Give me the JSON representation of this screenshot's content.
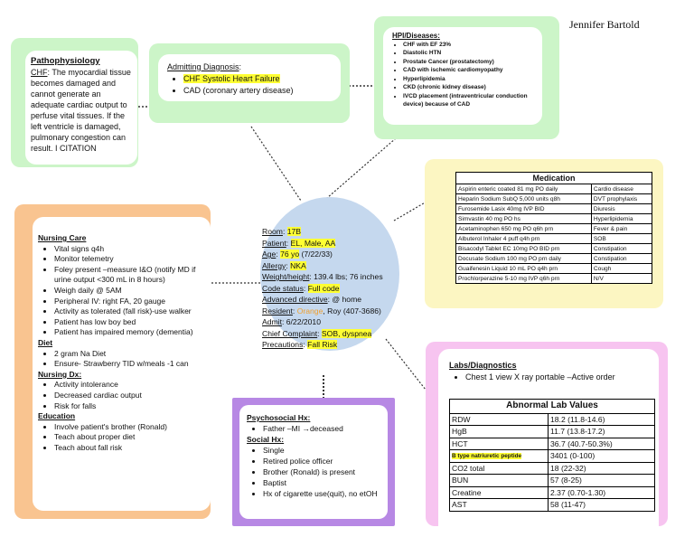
{
  "author": "Jennifer Bartold",
  "pathophysiology": {
    "title": "Pathophysiology",
    "abbr": "CHF",
    "text": ":  The myocardial tissue becomes damaged and cannot generate an adequate cardiac output to perfuse vital tissues.  If the left ventricle is damaged, pulmonary congestion can result.  I CITATION"
  },
  "admitting": {
    "title": "Admitting Diagnosis",
    "items": [
      "CHF Systolic Heart Failure",
      "CAD (coronary artery disease)"
    ]
  },
  "hpi": {
    "title": "HPI/Diseases:",
    "items": [
      "CHF with EF 23%",
      "Diastolic HTN",
      "Prostate Cancer (prostatectomy)",
      "CAD with ischemic cardiomyopathy",
      "Hyperlipidemia",
      "CKD (chronic kidney disease)",
      "IVCD placement (intraventricular conduction device) because of CAD"
    ]
  },
  "patient": {
    "room_label": "Room",
    "room": "17B",
    "patient_label": "Patient",
    "patient": "EL, Male, AA",
    "age_label": "Age",
    "age": "76 yo",
    "age_dob": " (7/22/33)",
    "allergy_label": "Allergy",
    "allergy": "NKA",
    "weight_label": "Weight/height",
    "weight": ":  139.4 lbs; 76 inches",
    "code_label": "Code status",
    "code": "Full code",
    "directive_label": "Advanced directive",
    "directive": ":  @ home",
    "resident_label": "Resident",
    "resident": "Orange",
    "resident_rest": ", Roy (407-3686)",
    "admit_label": "Admit",
    "admit": ":  6/22/2010",
    "complaint_label": "Chief Complaint",
    "complaint": "SOB, dyspnea",
    "precautions_label": "Precautions",
    "precautions": "Fall Risk"
  },
  "medication": {
    "title": "Medication",
    "rows": [
      [
        "Aspirin enteric coated 81 mg PO daily",
        "Cardio disease"
      ],
      [
        "Heparin Sodium SubQ 5,000 units q8h",
        "DVT prophylaxis"
      ],
      [
        "Furosemide Lasix 40mg IVP BID",
        "Diuresis"
      ],
      [
        "Simvastin 40 mg PO hs",
        "Hyperlipidemia"
      ],
      [
        "Acetaminophen 650 mg PO q6h prn",
        "Fever & pain"
      ],
      [
        "Albuterol Inhaler 4 puff q4h prn",
        "SOB"
      ],
      [
        "Bisacodyl Tablet EC 10mg PO BID prn",
        "Constipation"
      ],
      [
        "Docusate Sodium 100 mg PO prn daily",
        "Constipation"
      ],
      [
        "Guaifenesin Liquid 10 mL PO q4h prn",
        "Cough"
      ],
      [
        "Prochlorperazine 5-10 mg IVP q6h prn",
        "N/V"
      ]
    ]
  },
  "nursing": {
    "care_title": "Nursing Care",
    "care": [
      "Vital signs q4h",
      "Monitor telemetry",
      "Foley present –measure I&O (notify MD if urine output <300 mL in 8 hours)",
      "Weigh daily @ 5AM",
      "Peripheral IV:  right FA, 20 gauge",
      "Activity as tolerated (fall risk)-use walker",
      "Patient has low boy bed",
      "Patient has impaired memory (dementia)"
    ],
    "diet_title": "Diet",
    "diet": [
      "2 gram Na Diet",
      "Ensure- Strawberry TID w/meals -1 can"
    ],
    "dx_title": "Nursing Dx:",
    "dx": [
      "Activity intolerance",
      "Decreased cardiac output",
      "Risk for falls"
    ],
    "edu_title": "Education",
    "edu": [
      "Involve patient's brother (Ronald)",
      "Teach about proper diet",
      "Teach about fall risk"
    ]
  },
  "psychosocial": {
    "title": "Psychosocial Hx:",
    "items": [
      "Father –MI  →deceased"
    ],
    "social_title": "Social Hx:",
    "social": [
      "Single",
      "Retired police officer",
      "Brother (Ronald) is present",
      "Baptist",
      "Hx of cigarette use(quit), no etOH"
    ]
  },
  "labs": {
    "title": "Labs/Diagnostics",
    "items": [
      "Chest 1 view X ray portable –Active order"
    ],
    "table_title": "Abnormal Lab Values",
    "rows": [
      [
        "RDW",
        "18.2 (11.8-14.6)"
      ],
      [
        "HgB",
        "11.7 (13.8-17.2)"
      ],
      [
        "HCT",
        "36.7 (40.7-50.3%)"
      ],
      [
        "B type natriuretic peptide",
        "3401 (0-100)"
      ],
      [
        "CO2 total",
        "18 (22-32)"
      ],
      [
        "BUN",
        "57 (8-25)"
      ],
      [
        "Creatine",
        "2.37 (0.70-1.30)"
      ],
      [
        "AST",
        "58 (11-47)"
      ]
    ]
  },
  "colors": {
    "green": "#ccf5c8",
    "orange": "#f9c490",
    "yellow": "#fcf6c2",
    "purple": "#b788e4",
    "pink": "#f7c4f0",
    "center": "#c5d8ee",
    "highlight": "#ffff33"
  }
}
